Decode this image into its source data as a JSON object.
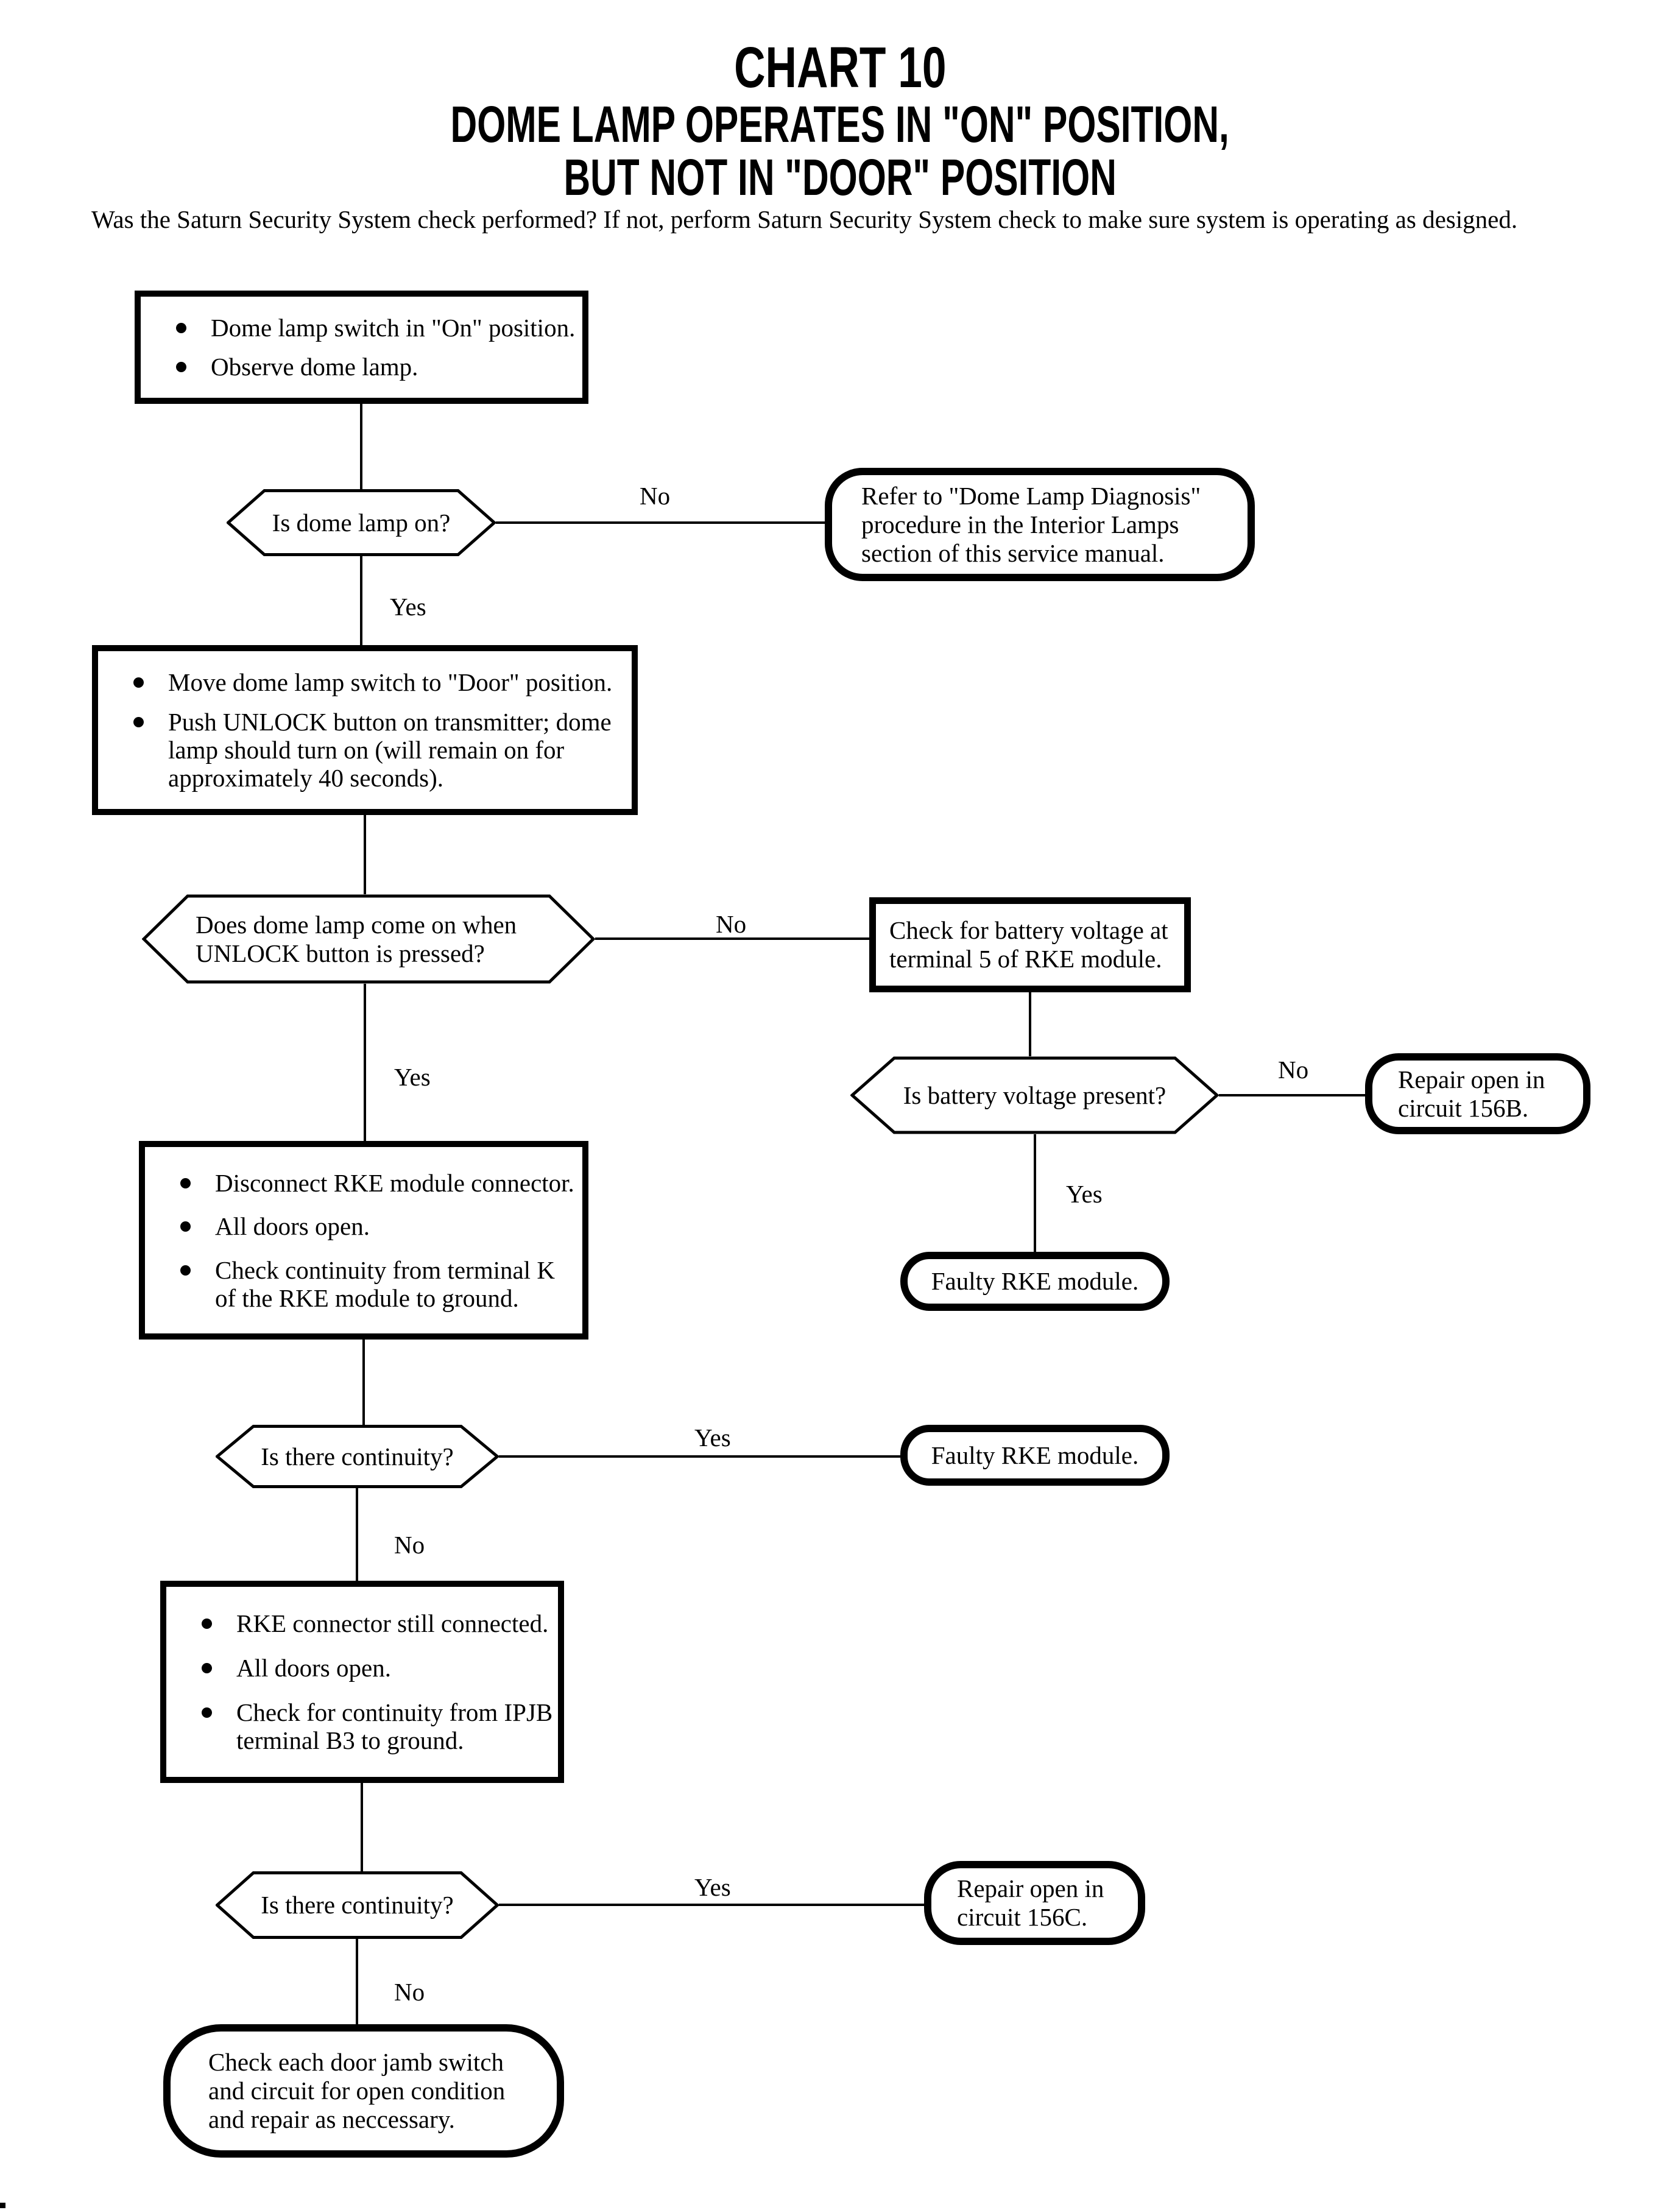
{
  "title": [
    "CHART 10",
    "DOME LAMP OPERATES IN \"ON\" POSITION,",
    "BUT NOT IN \"DOOR\" POSITION"
  ],
  "intro": "Was the Saturn Security System check performed? If not, perform Saturn Security System check to make sure system is operating as designed.",
  "labels": {
    "yes": "Yes",
    "no": "No"
  },
  "nodes": {
    "step1": {
      "bullets": [
        [
          "Dome lamp switch in \"On\" position."
        ],
        [
          "Observe dome lamp."
        ]
      ]
    },
    "q_dome_lamp_on": [
      "Is dome lamp on?"
    ],
    "refer_dome_diag": [
      "Refer to \"Dome Lamp Diagnosis\"",
      "procedure in the Interior Lamps",
      "section of this service manual."
    ],
    "step2": {
      "bullets": [
        [
          "Move dome lamp switch to \"Door\" position."
        ],
        [
          "Push UNLOCK button on transmitter; dome",
          "lamp should turn on (will remain on for",
          "approximately 40 seconds)."
        ]
      ]
    },
    "q_unlock_lamp": [
      "Does dome lamp come on when",
      "UNLOCK button is pressed?"
    ],
    "check_battery": [
      "Check for battery voltage at",
      "terminal 5 of RKE module."
    ],
    "q_battery_present": [
      "Is battery voltage present?"
    ],
    "repair_156b": [
      "Repair open in",
      "circuit 156B."
    ],
    "faulty_rke_1": [
      "Faulty RKE module."
    ],
    "step3": {
      "bullets": [
        [
          "Disconnect RKE module connector."
        ],
        [
          "All doors open."
        ],
        [
          "Check continuity from terminal K",
          "of the RKE module to ground."
        ]
      ]
    },
    "q_continuity_1": [
      "Is there continuity?"
    ],
    "faulty_rke_2": [
      "Faulty RKE module."
    ],
    "step4": {
      "bullets": [
        [
          "RKE connector still connected."
        ],
        [
          "All doors open."
        ],
        [
          "Check for continuity from IPJB",
          "terminal B3 to ground."
        ]
      ]
    },
    "q_continuity_2": [
      "Is there continuity?"
    ],
    "repair_156c": [
      "Repair open in",
      "circuit 156C."
    ],
    "check_door_jamb": [
      "Check each door jamb switch",
      "and circuit for open condition",
      "and repair as neccessary."
    ]
  }
}
